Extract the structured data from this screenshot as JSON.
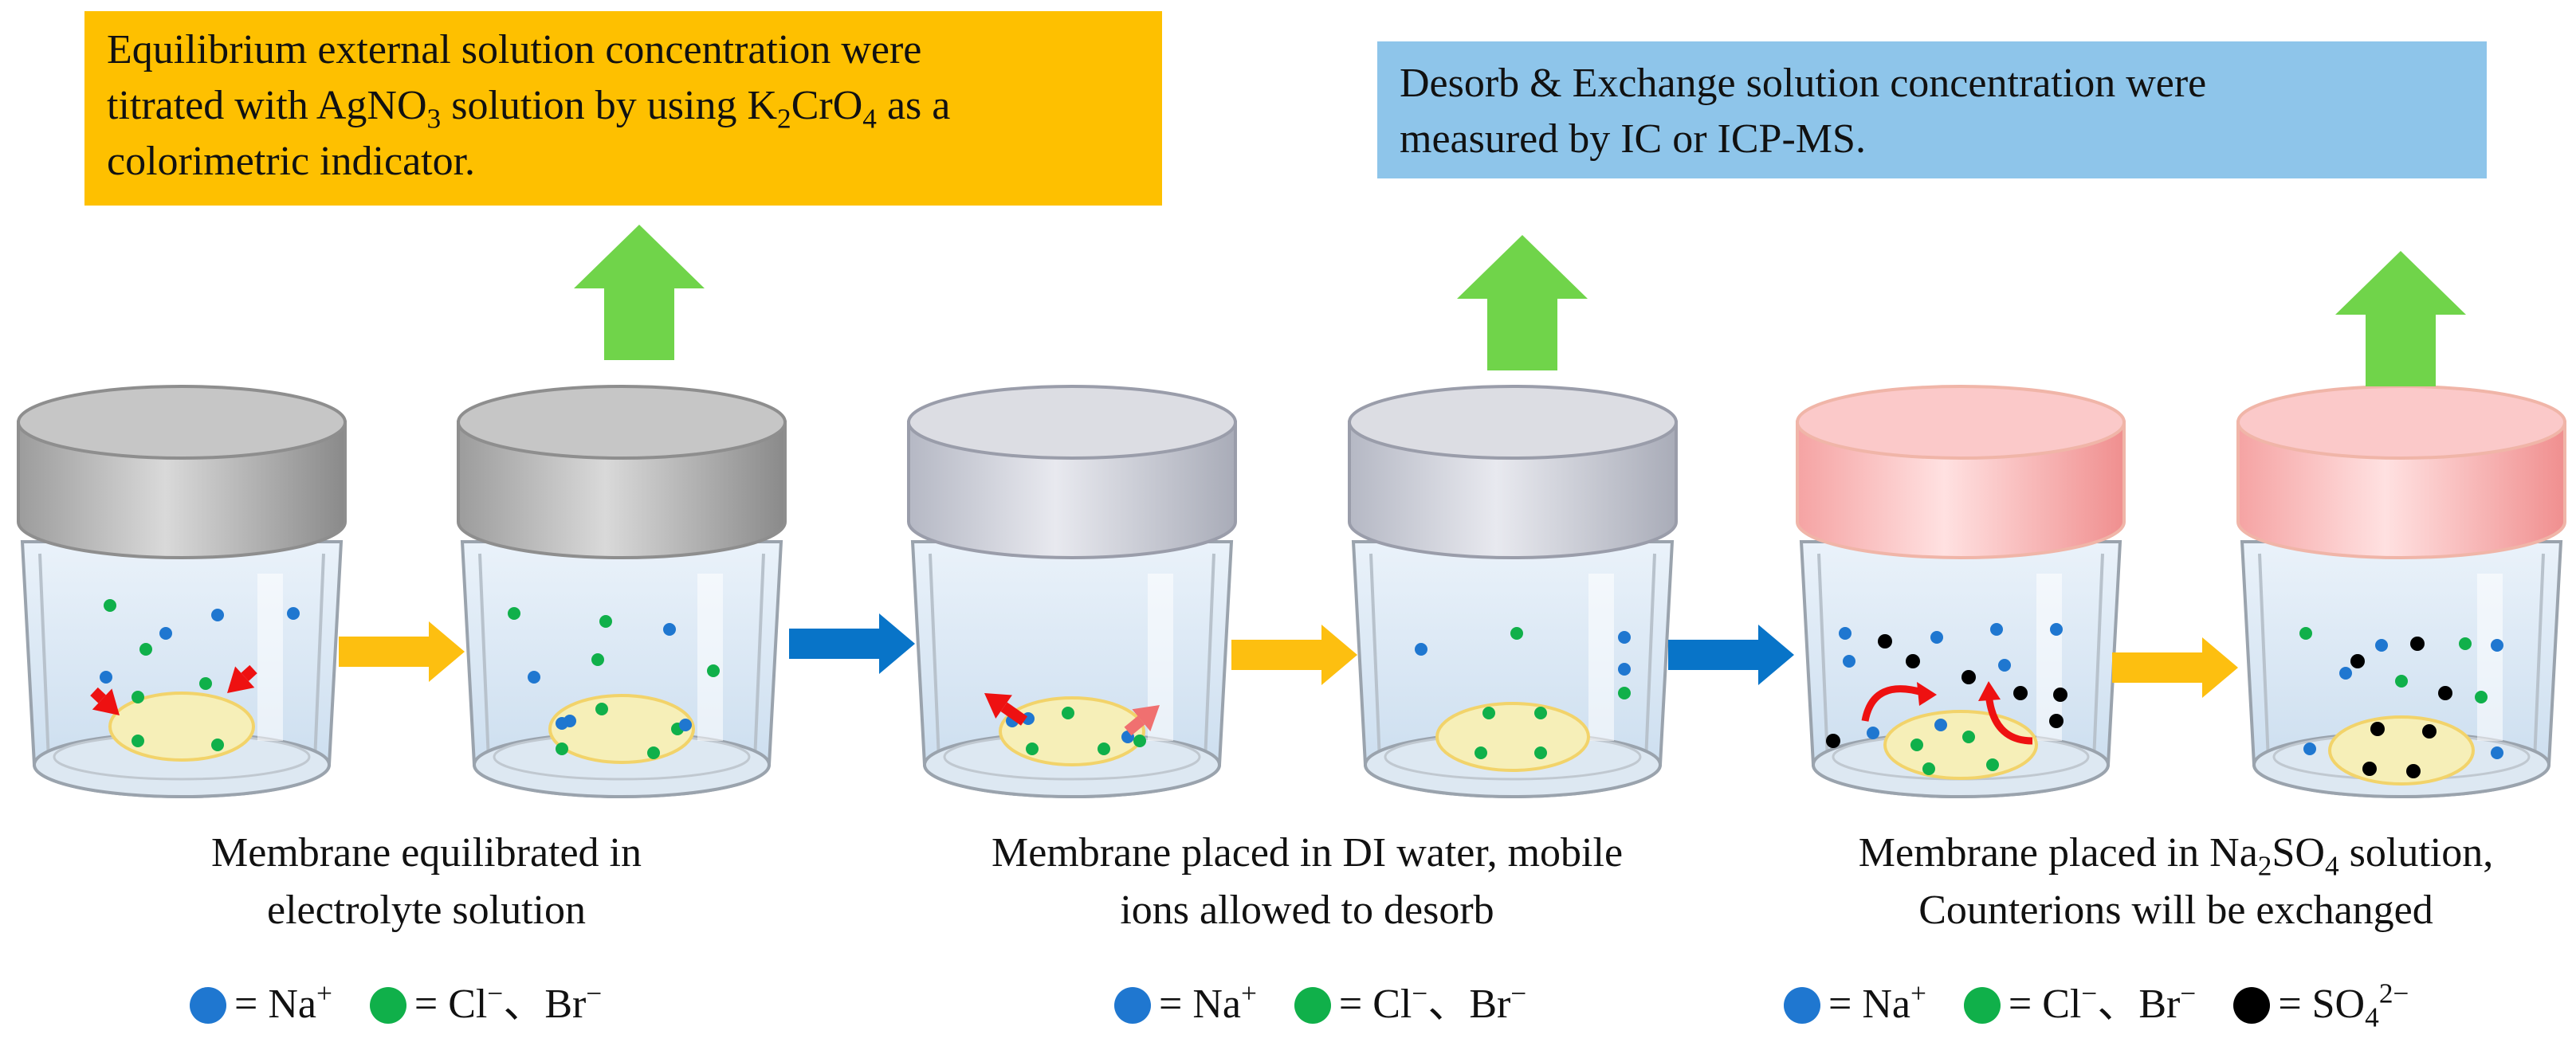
{
  "info_boxes": {
    "left": {
      "line1": "Equilibrium  external solution concentration were",
      "line2_a": "titrated with AgNO",
      "line2_sub": "3",
      "line2_b": "  solution by using K",
      "line2_sub2": "2",
      "line2_c": "CrO",
      "line2_sub3": "4",
      "line2_d": " as a",
      "line3": "colorimetric indicator."
    },
    "right": {
      "line1": "Desorb & Exchange solution concentration were",
      "line2": "measured by IC or ICP-MS."
    }
  },
  "captions": {
    "stage1_line1": "Membrane equilibrated in",
    "stage1_line2": "electrolyte solution",
    "stage2_line1": "Membrane placed in DI water, mobile",
    "stage2_line2": "ions allowed to desorb",
    "stage3_line1_a": "Membrane placed in Na",
    "stage3_line1_sub": "2",
    "stage3_line1_b": "SO",
    "stage3_line1_sub2": "4",
    "stage3_line1_c": " solution,",
    "stage3_line2": "Counterions will be exchanged"
  },
  "legend": {
    "na_label": "= Na",
    "na_sup": "+",
    "cl_label": "= Cl",
    "cl_sup": "−",
    "br_sep": "、Br",
    "br_sup": "−",
    "so4_label": "= SO",
    "so4_sub": "4",
    "so4_sup": "2−"
  },
  "colors": {
    "na_ion": "#1F77D0",
    "halide_ion": "#10B04A",
    "sulfate_ion": "#000000",
    "yellow_arrow": "#FDBF10",
    "blue_arrow": "#0874C8",
    "green_arrow": "#70D44A",
    "red_arrow": "#EE1111",
    "membrane": "#F6EFB8"
  },
  "jars": [
    {
      "lid": "gray-dark"
    },
    {
      "lid": "gray-dark"
    },
    {
      "lid": "gray-light"
    },
    {
      "lid": "gray-light"
    },
    {
      "lid": "pink"
    },
    {
      "lid": "pink"
    }
  ]
}
